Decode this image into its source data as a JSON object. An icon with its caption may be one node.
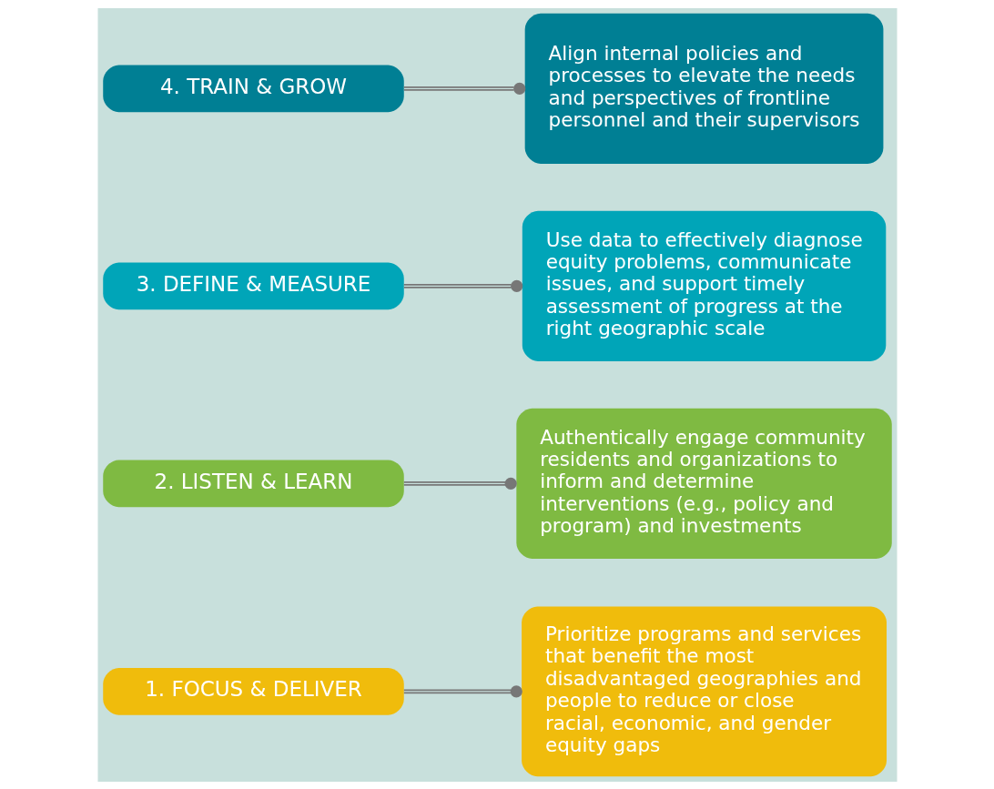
{
  "diagram": {
    "nodes": [
      {
        "text": [
          "1. FOCUS & DELIVER"
        ]
      },
      {
        "text": [
          "2. LISTEN & LEARN"
        ]
      },
      {
        "text": [
          "3. DEFINE & MEASURE"
        ]
      },
      {
        "text": [
          "4. TRAIN & GROW"
        ]
      },
      {
        "text": [
          "Prioritize programs and services that benefit the most disadvantaged geographies and people to reduce or close racial, economic, and gender equity gaps"
        ]
      },
      {
        "text": [
          "Authentically engage community residents and organizations to inform and determine interventions (e.g., policy and program) and investments"
        ]
      },
      {
        "text": [
          "Use data to effectively diagnose equity problems, communicate issues, and support timely assessment of progress at the right geographic scale"
        ]
      },
      {
        "text": [
          "Align internal policies and processes to elevate the needs and perspectives of frontline personnel and their supervisors"
        ]
      }
    ],
    "edges": [
      {
        "from": 0,
        "to": 4,
        "arrow": "other"
      },
      {
        "from": 1,
        "to": 5,
        "arrow": "other"
      },
      {
        "from": 2,
        "to": 6,
        "arrow": "other"
      },
      {
        "from": 3,
        "to": 7,
        "arrow": "other"
      }
    ]
  }
}
